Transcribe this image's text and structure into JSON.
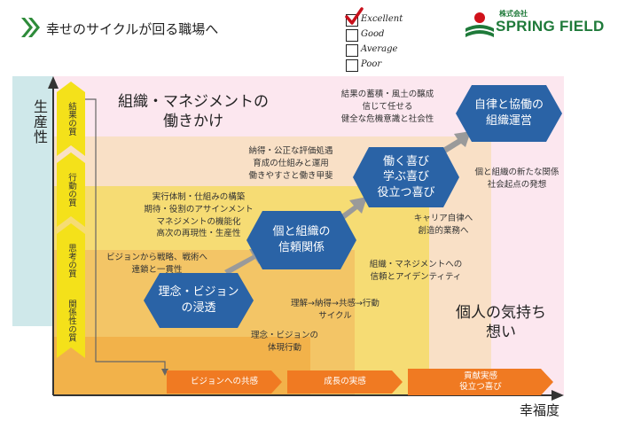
{
  "header": {
    "title": "幸せのサイクルが回る職場へ",
    "checklist": {
      "excellent": "Excellent",
      "good": "Good",
      "average": "Average",
      "poor": "Poor"
    },
    "logo": {
      "small": "株式会社",
      "name": "SPRING FIELD"
    }
  },
  "axes": {
    "y_label": "生産性",
    "x_label": "幸福度"
  },
  "qualities": [
    "結果の質",
    "行動の質",
    "思考の質",
    "関係性の質"
  ],
  "labels": {
    "org_action": "組織・マネジメントの\n働きかけ",
    "personal": "個人の気持ち\n想い"
  },
  "hexagons": {
    "vision": "理念・ビジョン\nの浸透",
    "trust": "個と組織の\n信頼関係",
    "joy": "働く喜び\n学ぶ喜び\n役立つ喜び",
    "autonomy": "自律と協働の\n組織運営"
  },
  "notes": {
    "n_top": "結果の蓄積・風土の醸成\n信じて任せる\n健全な危機意識と社会性",
    "n_eval": "納得・公正な評価処遇\n育成の仕組みと運用\n働きやすさと働き甲斐",
    "n_mgmt": "実行体制・仕組みの構築\n期待・役割のアサインメント\nマネジメントの機能化\n高次の再現性・生産性",
    "n_strategy": "ビジョンから戦略、戦術へ\n連鎖と一貫性",
    "n_social": "個と組織の新たな関係\n社会起点の発想",
    "n_career": "キャリア自律へ\n創造的業務へ",
    "n_identity": "組織・マネジメントへの\n信頼とアイデンティティ",
    "n_understand": "理解→納得→共感→行動\nサイクル",
    "n_embody": "理念・ビジョンの\n体現行動"
  },
  "bottom_arrows": [
    "ビジョンへの共感",
    "成長の実感",
    "貢献実感\n役立つ喜び"
  ],
  "colors": {
    "hex_blue": "#2a63a6",
    "green_logo": "#1f7a3a",
    "orange_arrow": "#f07a22",
    "quality_yellow": "#f4e11a"
  }
}
